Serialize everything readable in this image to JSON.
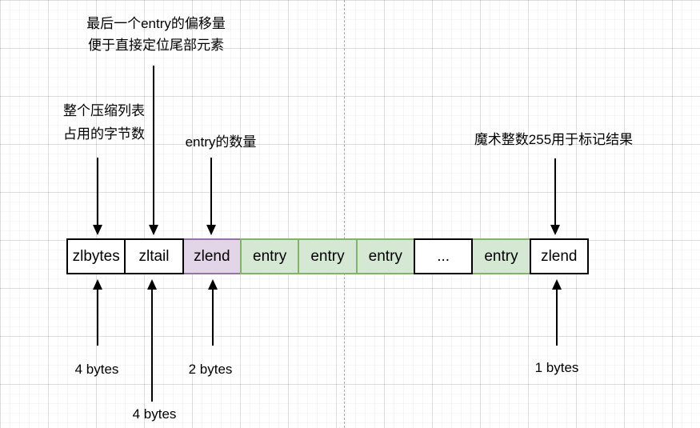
{
  "notes": {
    "zltail": {
      "line1": "最后一个entry的偏移量",
      "line2": "便于直接定位尾部元素"
    },
    "zlbytes": {
      "line1": "整个压缩列表",
      "line2": "占用的字节数"
    },
    "zllen": {
      "line1": "entry的数量"
    },
    "zlend": {
      "line1": "魔术整数255用于标记结果"
    }
  },
  "boxes": [
    {
      "label": "zlbytes",
      "type": "white"
    },
    {
      "label": "zltail",
      "type": "white"
    },
    {
      "label": "zlend",
      "type": "purple"
    },
    {
      "label": "entry",
      "type": "green"
    },
    {
      "label": "entry",
      "type": "green"
    },
    {
      "label": "entry",
      "type": "green"
    },
    {
      "label": "...",
      "type": "white"
    },
    {
      "label": "entry",
      "type": "green"
    },
    {
      "label": "zlend",
      "type": "white"
    }
  ],
  "byte_labels": {
    "zlbytes": "4 bytes",
    "zltail": "4 bytes",
    "zllen": "2 bytes",
    "zlend": "1 bytes"
  },
  "colors": {
    "purple_fill": "#e1d5e7",
    "purple_stroke": "#9673a6",
    "green_fill": "#d5e8d4",
    "green_stroke": "#82b366",
    "white_fill": "#ffffff",
    "black_stroke": "#000000",
    "arrow": "#000000"
  }
}
